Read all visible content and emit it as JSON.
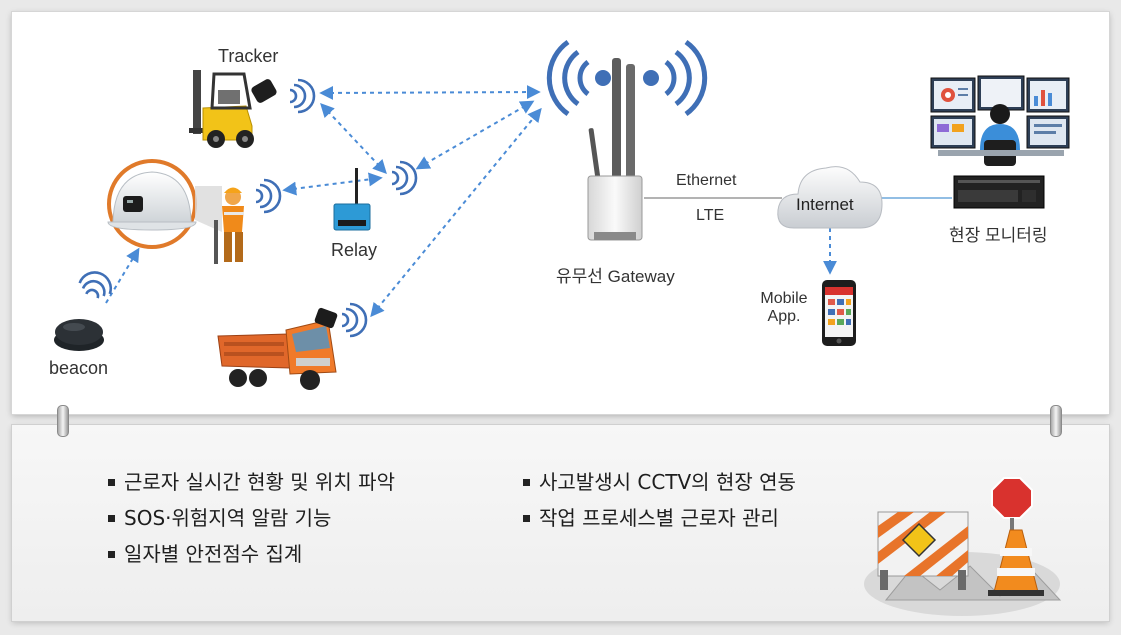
{
  "nodes": {
    "tracker_label": "Tracker",
    "relay_label": "Relay",
    "beacon_label": "beacon",
    "gateway_label": "유무선 Gateway",
    "ethernet_label": "Ethernet",
    "lte_label": "LTE",
    "internet_label": "Internet",
    "monitoring_label": "현장 모니터링",
    "mobile_label_line1": "Mobile",
    "mobile_label_line2": "App."
  },
  "features": {
    "left": [
      "근로자 실시간 현황 및 위치 파악",
      "SOS·위험지역 알람 기능",
      "일자별 안전점수 집계"
    ],
    "right": [
      "사고발생시 CCTV의 현장 연동",
      "작업 프로세스별 근로자 관리"
    ]
  },
  "colors": {
    "wifi_blue": "#3f6fb6",
    "arrow_blue": "#4a8bd6",
    "helmet_ring": "#e07a2a"
  }
}
